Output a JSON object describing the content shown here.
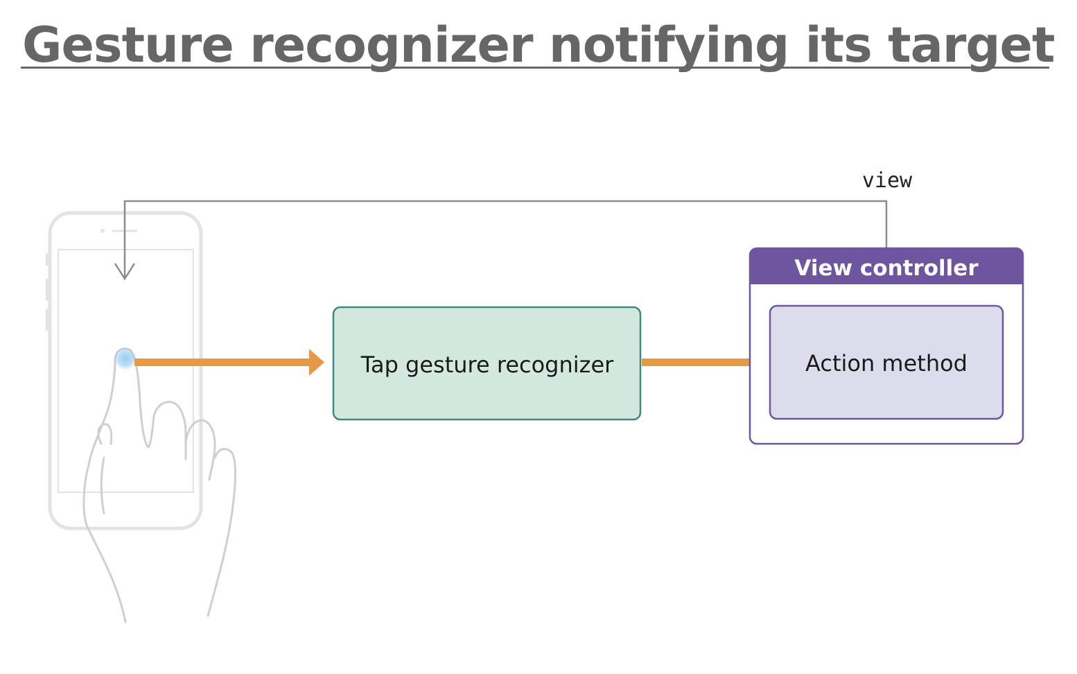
{
  "title": "Gesture recognizer notifying its target",
  "diagram": {
    "connector_label": "view",
    "recognizer_label": "Tap gesture recognizer",
    "view_controller_label": "View controller",
    "action_label": "Action method",
    "colors": {
      "title": "#666666",
      "arrow": "#e59a47",
      "connector": "#8c8c8c",
      "recognizer_fill": "#d3e8df",
      "recognizer_stroke": "#3f8a7f",
      "view_controller": "#6e55a0",
      "action_fill": "#dcdcec",
      "device_outline": "#e3e3e3",
      "hand_outline": "#cfcfcf",
      "touch": "#8ec8ee"
    }
  }
}
